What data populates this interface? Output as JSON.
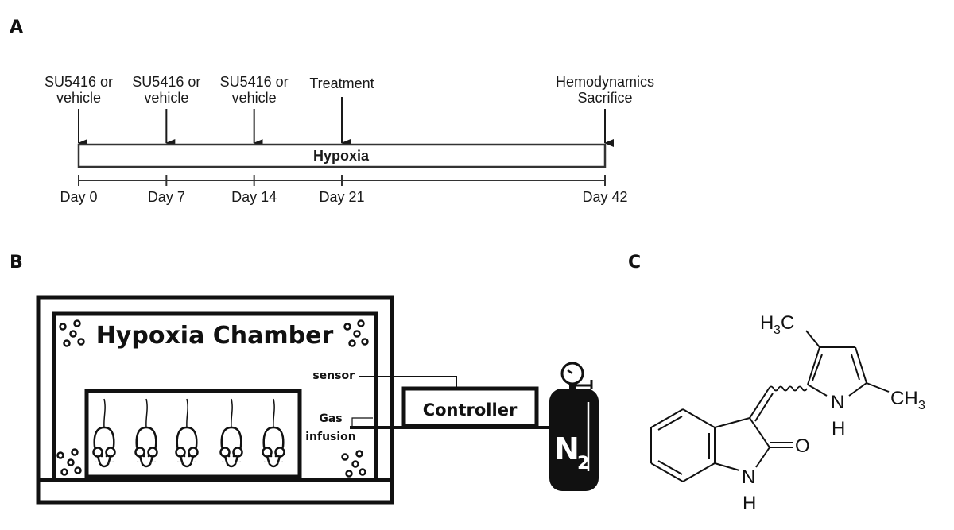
{
  "panels": {
    "a": {
      "label": "A",
      "bar_label": "Hypoxia",
      "events": [
        {
          "day": 0,
          "line1": "SU5416 or",
          "line2": "vehicle"
        },
        {
          "day": 7,
          "line1": "SU5416 or",
          "line2": "vehicle"
        },
        {
          "day": 14,
          "line1": "SU5416 or",
          "line2": "vehicle"
        },
        {
          "day": 21,
          "line1": "",
          "line2": "Treatment"
        },
        {
          "day": 42,
          "line1": "Hemodynamics",
          "line2": "Sacrifice"
        }
      ],
      "ticks": [
        {
          "day": 0,
          "label": "Day 0"
        },
        {
          "day": 7,
          "label": "Day 7"
        },
        {
          "day": 14,
          "label": "Day 14"
        },
        {
          "day": 21,
          "label": "Day 21"
        },
        {
          "day": 42,
          "label": "Day 42"
        }
      ]
    },
    "b": {
      "label": "B",
      "chamber_title": "Hypoxia Chamber",
      "sensor_label": "sensor",
      "gas_label_line1": "Gas",
      "gas_label_line2": "infusion",
      "controller_label": "Controller",
      "tank_label": "N",
      "tank_subscript": "2",
      "mouse_count": 5
    },
    "c": {
      "label": "C",
      "atoms": {
        "h3c": "H",
        "h3c_sub": "3",
        "h3c_c": "C",
        "ch3_c": "CH",
        "ch3_sub": "3",
        "pyrrole_n": "N",
        "pyrrole_h": "H",
        "oxygen": "O",
        "indole_n": "N",
        "indole_h": "H"
      }
    }
  }
}
